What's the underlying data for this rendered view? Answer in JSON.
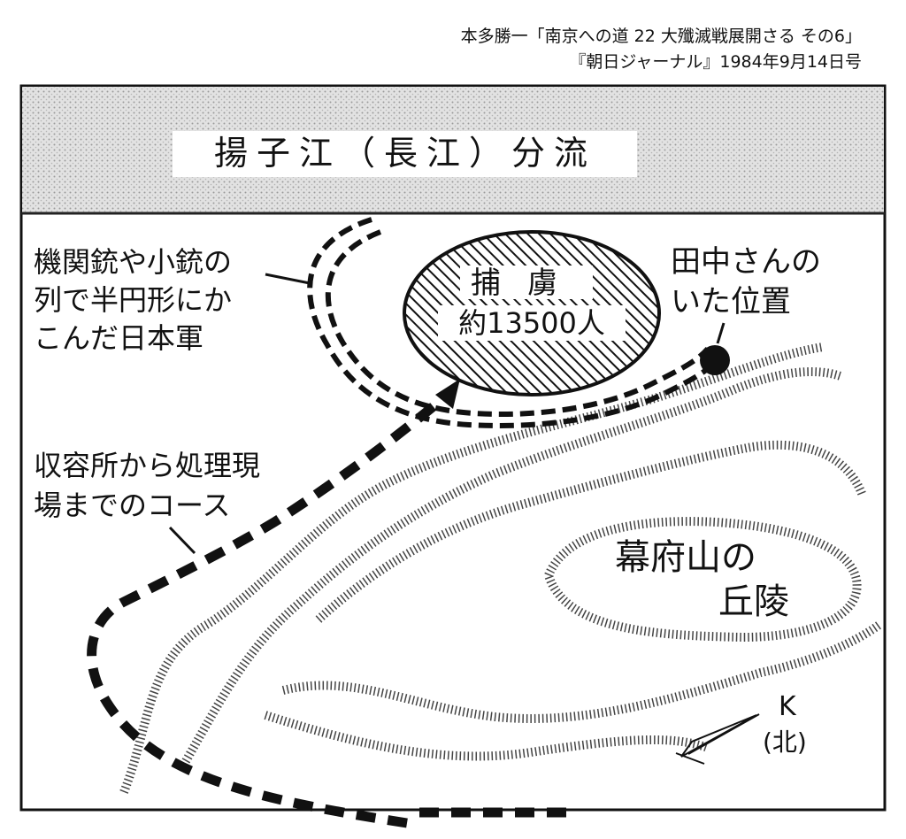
{
  "caption": {
    "line1": "本多勝一「南京への道 22 大殲滅戦展開さる その6」",
    "line2": "『朝日ジャーナル』1984年9月14日号"
  },
  "map": {
    "river_label": "揚子江（長江）分流",
    "prisoners": {
      "line1": "捕虜",
      "line2": "約13500人"
    },
    "machine_gun_label": {
      "line1": "機関銃や小銃の",
      "line2": "列で半円形にか",
      "line3": "こんだ日本軍"
    },
    "tanaka_label": {
      "line1": "田中さんの",
      "line2": "いた位置"
    },
    "route_label": {
      "line1": "収容所から処理現",
      "line2": "場までのコース"
    },
    "hill_label": {
      "line1": "幕府山の",
      "line2": "丘陵"
    },
    "north": {
      "symbol": "K",
      "label": "(北)"
    }
  }
}
